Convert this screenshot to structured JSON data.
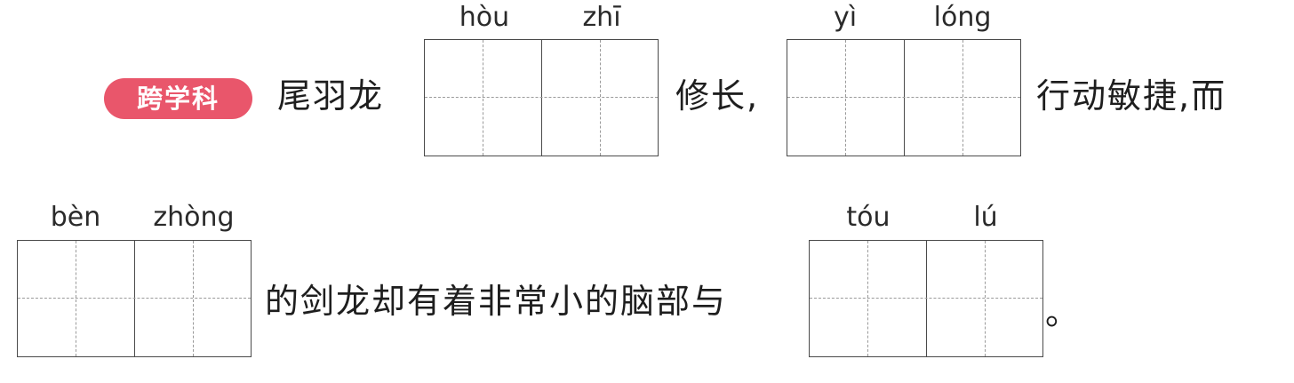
{
  "tag": {
    "label": "跨学科",
    "color": "#e9566b"
  },
  "line1": {
    "text_a": "尾羽龙",
    "text_b": "修长,",
    "text_c": "行动敏捷,而",
    "blank1": {
      "pinyin": [
        "hòu",
        "zhī"
      ]
    },
    "blank2": {
      "pinyin": [
        "yì",
        "lóng"
      ]
    }
  },
  "line2": {
    "text_a": "的剑龙却有着非常小的脑部与",
    "text_b": "。",
    "blank3": {
      "pinyin": [
        "bèn",
        "zhòng"
      ]
    },
    "blank4": {
      "pinyin": [
        "tóu",
        "lú"
      ]
    }
  }
}
